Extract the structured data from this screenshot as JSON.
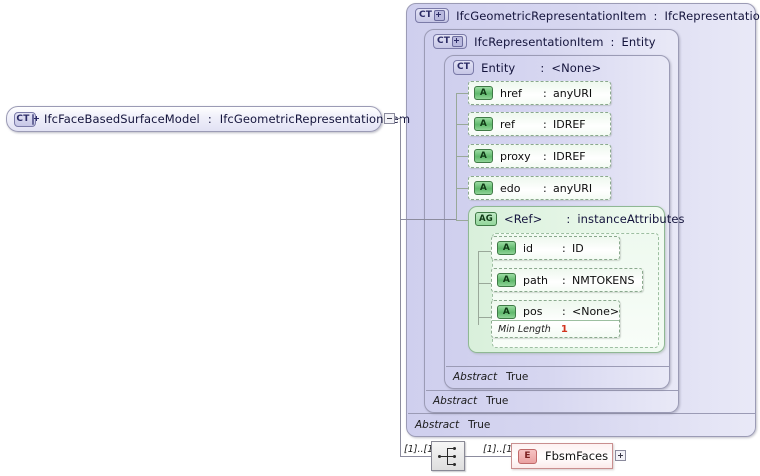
{
  "diagram": {
    "type": "xsd-schema-diagram",
    "root": {
      "badge": "CT",
      "badge_icon": "ct-plus-icon",
      "name": "IfcFaceBasedSurfaceModel",
      "separator": ":",
      "type": "IfcGeometricRepresentationItem"
    },
    "containers": [
      {
        "badge": "CT",
        "badge_icon": "ct-plus-icon",
        "name": "IfcGeometricRepresentationItem",
        "separator": ":",
        "type": "IfcRepresentationItem",
        "footer": {
          "key": "Abstract",
          "value": "True"
        }
      },
      {
        "badge": "CT",
        "badge_icon": "ct-plus-icon",
        "name": "IfcRepresentationItem",
        "separator": ":",
        "type": "Entity",
        "footer": {
          "key": "Abstract",
          "value": "True"
        }
      },
      {
        "badge": "CT",
        "badge_icon": "ct-icon",
        "name": "Entity",
        "separator": ":",
        "type": "<None>",
        "footer": {
          "key": "Abstract",
          "value": "True"
        }
      }
    ],
    "attributes": [
      {
        "badge": "A",
        "name": "href",
        "separator": ":",
        "type": "anyURI"
      },
      {
        "badge": "A",
        "name": "ref",
        "separator": ":",
        "type": "IDREF"
      },
      {
        "badge": "A",
        "name": "proxy",
        "separator": ":",
        "type": "IDREF"
      },
      {
        "badge": "A",
        "name": "edo",
        "separator": ":",
        "type": "anyURI"
      }
    ],
    "attribute_group": {
      "badge": "AG",
      "name": "<Ref>",
      "separator": ":",
      "type": "instanceAttributes",
      "members": [
        {
          "badge": "A",
          "name": "id",
          "separator": ":",
          "type": "ID"
        },
        {
          "badge": "A",
          "name": "path",
          "separator": ":",
          "type": "NMTOKENS"
        },
        {
          "badge": "A",
          "name": "pos",
          "separator": ":",
          "type": "<None>"
        }
      ],
      "facet": {
        "key": "Min Length",
        "value": "1"
      }
    },
    "content_model": {
      "left_cardinality": "[1]..[1]",
      "right_cardinality": "[1]..[1]",
      "compositor": "sequence",
      "element": {
        "badge": "E",
        "name": "FbsmFaces",
        "expander": "plus"
      }
    },
    "colors": {
      "complex_type_fill": "#d6d6f0",
      "complex_type_border": "#9b9bb5",
      "attribute_fill": "#f4fbf4",
      "attribute_badge": "#5fb86c",
      "attribute_group_fill": "#e0f3e2",
      "element_fill": "#fbeaea",
      "element_badge": "#eaa1a1",
      "facet_value": "#d2341f",
      "connector": "#8c8c9e"
    }
  }
}
